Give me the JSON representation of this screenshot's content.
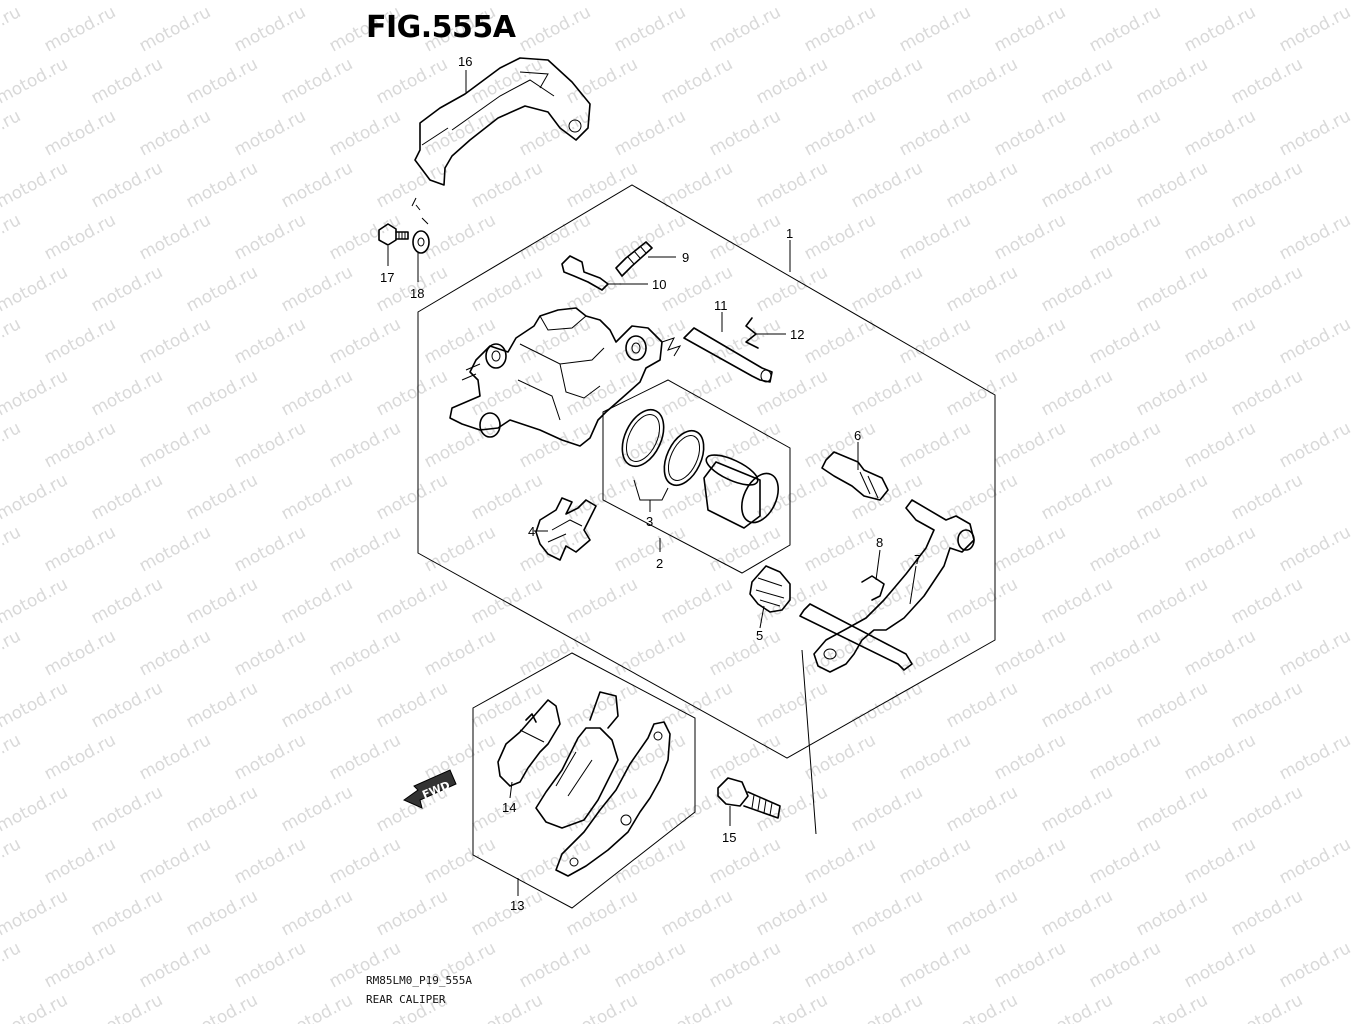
{
  "figure": {
    "title": "FIG.555A"
  },
  "footer": {
    "code": "RM85LM0_P19_555A",
    "name": "REAR CALIPER"
  },
  "watermark": {
    "text": "motod.ru"
  },
  "fwd_label": "FWD",
  "callouts": [
    {
      "id": "1",
      "label": "1"
    },
    {
      "id": "2",
      "label": "2"
    },
    {
      "id": "3",
      "label": "3"
    },
    {
      "id": "4",
      "label": "4"
    },
    {
      "id": "5",
      "label": "5"
    },
    {
      "id": "6",
      "label": "6"
    },
    {
      "id": "7",
      "label": "7"
    },
    {
      "id": "8",
      "label": "8"
    },
    {
      "id": "9",
      "label": "9"
    },
    {
      "id": "10",
      "label": "10"
    },
    {
      "id": "11",
      "label": "11"
    },
    {
      "id": "12",
      "label": "12"
    },
    {
      "id": "13",
      "label": "13"
    },
    {
      "id": "14",
      "label": "14"
    },
    {
      "id": "15",
      "label": "15"
    },
    {
      "id": "16",
      "label": "16"
    },
    {
      "id": "17",
      "label": "17"
    },
    {
      "id": "18",
      "label": "18"
    }
  ]
}
